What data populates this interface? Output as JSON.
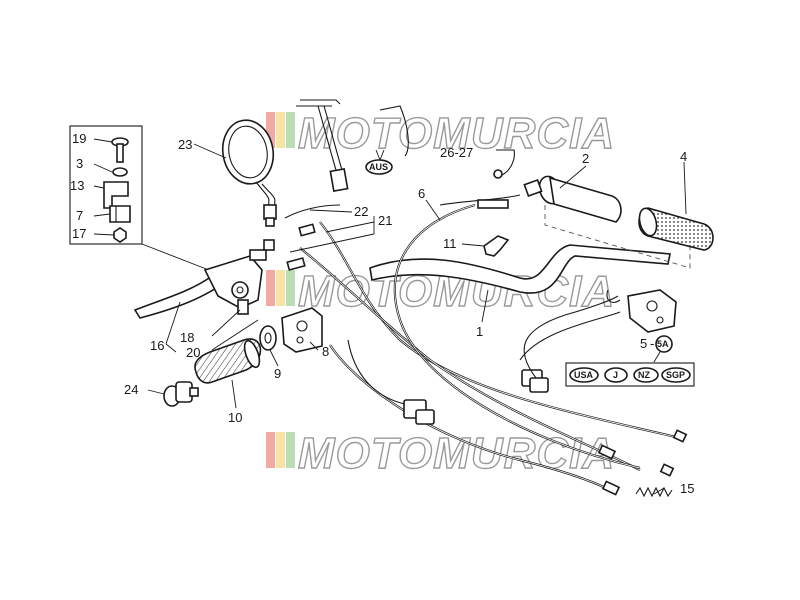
{
  "watermark": {
    "text": "MOTOMURCIA",
    "colors": [
      "#f1a9a6",
      "#f6e3a6",
      "#b9ddb5"
    ]
  },
  "callouts": {
    "n1": "1",
    "n2": "2",
    "n3": "3",
    "n4": "4",
    "n5": "5",
    "n5a": "5A",
    "n6": "6",
    "n7": "7",
    "n8": "8",
    "n9": "9",
    "n10": "10",
    "n11": "11",
    "n13": "13",
    "n15": "15",
    "n16": "16",
    "n17": "17",
    "n18": "18",
    "n19": "19",
    "n20": "20",
    "n21": "21",
    "n22": "22",
    "n23": "23",
    "n24": "24",
    "n2627": "26-27"
  },
  "market_tags": {
    "aus": "AUS",
    "usa": "USA",
    "j": "J",
    "nz": "NZ",
    "sgp": "SGP"
  },
  "colors": {
    "line": "#1a1a1a",
    "watermark_outline": "#9a9a9a"
  }
}
